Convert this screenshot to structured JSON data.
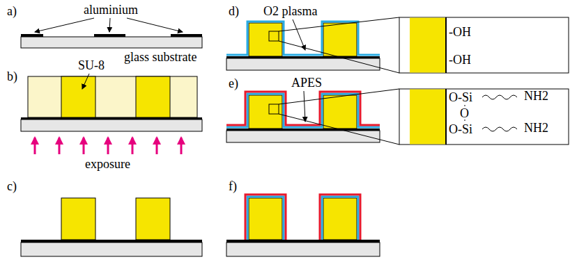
{
  "diagram": {
    "labels": [
      "a)",
      "aluminium",
      "glass substrate",
      "b)",
      "SU-8",
      "exposure",
      "c)",
      "d)",
      "O2 plasma",
      "-OH",
      "-OH",
      "e)",
      "APES",
      "O-Si",
      "NH2",
      "O",
      "O-Si",
      "NH2",
      "f)"
    ]
  }
}
